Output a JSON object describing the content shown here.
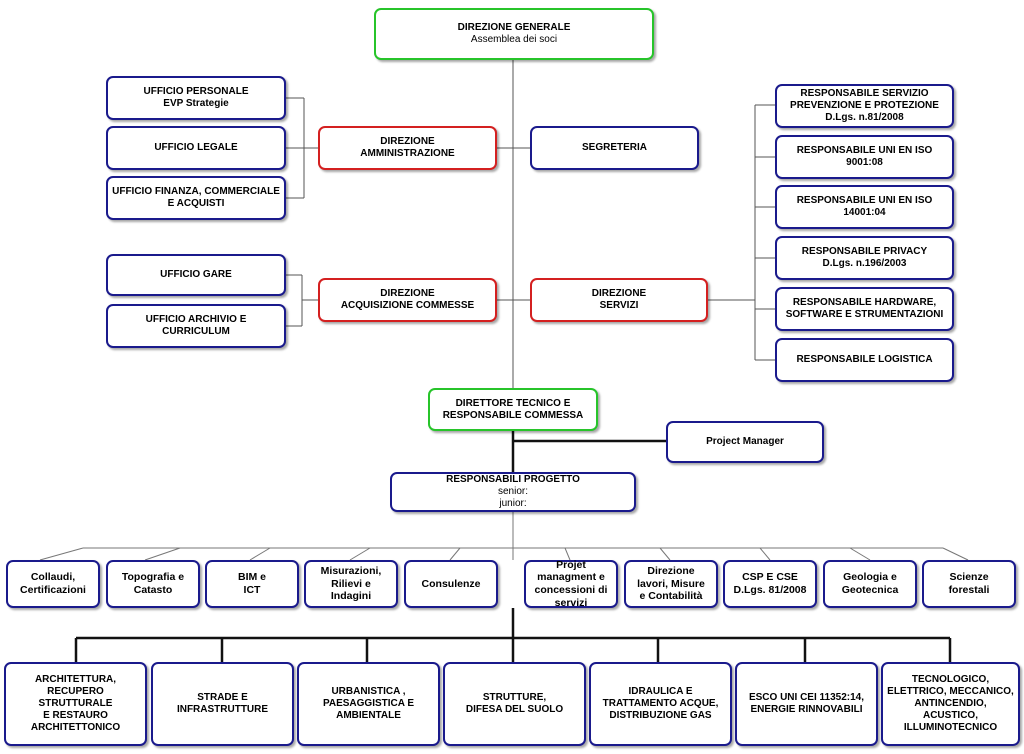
{
  "top": {
    "title": "DIREZIONE GENERALE",
    "subtitle": "Assemblea dei soci"
  },
  "left_upper": [
    "UFFICIO PERSONALE\nEVP Strategie",
    "UFFICIO LEGALE",
    "UFFICIO FINANZA, COMMERCIALE\nE ACQUISTI"
  ],
  "left_lower": [
    "UFFICIO GARE",
    "UFFICIO ARCHIVIO E CURRICULUM"
  ],
  "direzione_amministrazione": "DIREZIONE\nAMMINISTRAZIONE",
  "segreteria": "SEGRETERIA",
  "direzione_acquisizione": "DIREZIONE\nACQUISIZIONE COMMESSE",
  "direzione_servizi": "DIREZIONE\nSERVIZI",
  "right_column": [
    "RESPONSABILE  SERVIZIO\nPREVENZIONE E PROTEZIONE\nD.Lgs. n.81/2008",
    "RESPONSABILE UNI EN ISO\n9001:08",
    "RESPONSABILE UNI EN ISO\n14001:04",
    "RESPONSABILE PRIVACY\nD.Lgs. n.196/2003",
    "RESPONSABILE HARDWARE,\nSOFTWARE E STRUMENTAZIONI",
    "RESPONSABILE LOGISTICA"
  ],
  "direttore_tecnico": "DIRETTORE  TECNICO E\nRESPONSABILE COMMESSA",
  "project_manager": "Project Manager",
  "responsabili": {
    "title": "RESPONSABILI PROGETTO",
    "senior": "senior:",
    "junior": "junior:"
  },
  "services": [
    "Collaudi,\nCertificazioni",
    "Topografia e\nCatasto",
    "BIM e\nICT",
    "Misurazioni,\nRilievi e\nIndagini",
    "Consulenze",
    "Projet\nmanagment e\nconcessioni di\nservizi",
    "Direzione\nlavori, Misure\ne Contabilità",
    "CSP E CSE\nD.Lgs. 81/2008",
    "Geologia e\nGeotecnica",
    "Scienze\nforestali"
  ],
  "areas": [
    "ARCHITETTURA,\nRECUPERO STRUTTURALE\nE RESTAURO\nARCHITETTONICO",
    "STRADE E\nINFRASTRUTTURE",
    "URBANISTICA ,\nPAESAGGISTICA E\nAMBIENTALE",
    "STRUTTURE,\nDIFESA DEL SUOLO",
    "IDRAULICA E\nTRATTAMENTO ACQUE,\nDISTRIBUZIONE GAS",
    "ESCO UNI CEI 11352:14,\nENERGIE RINNOVABILI",
    "TECNOLOGICO,\nELETTRICO, MECCANICO,\nANTINCENDIO,\nACUSTICO,\nILLUMINOTECNICO"
  ],
  "colors": {
    "blue": "#1a1a8c",
    "red": "#d42020",
    "green": "#27c42a",
    "line": "#555555"
  }
}
